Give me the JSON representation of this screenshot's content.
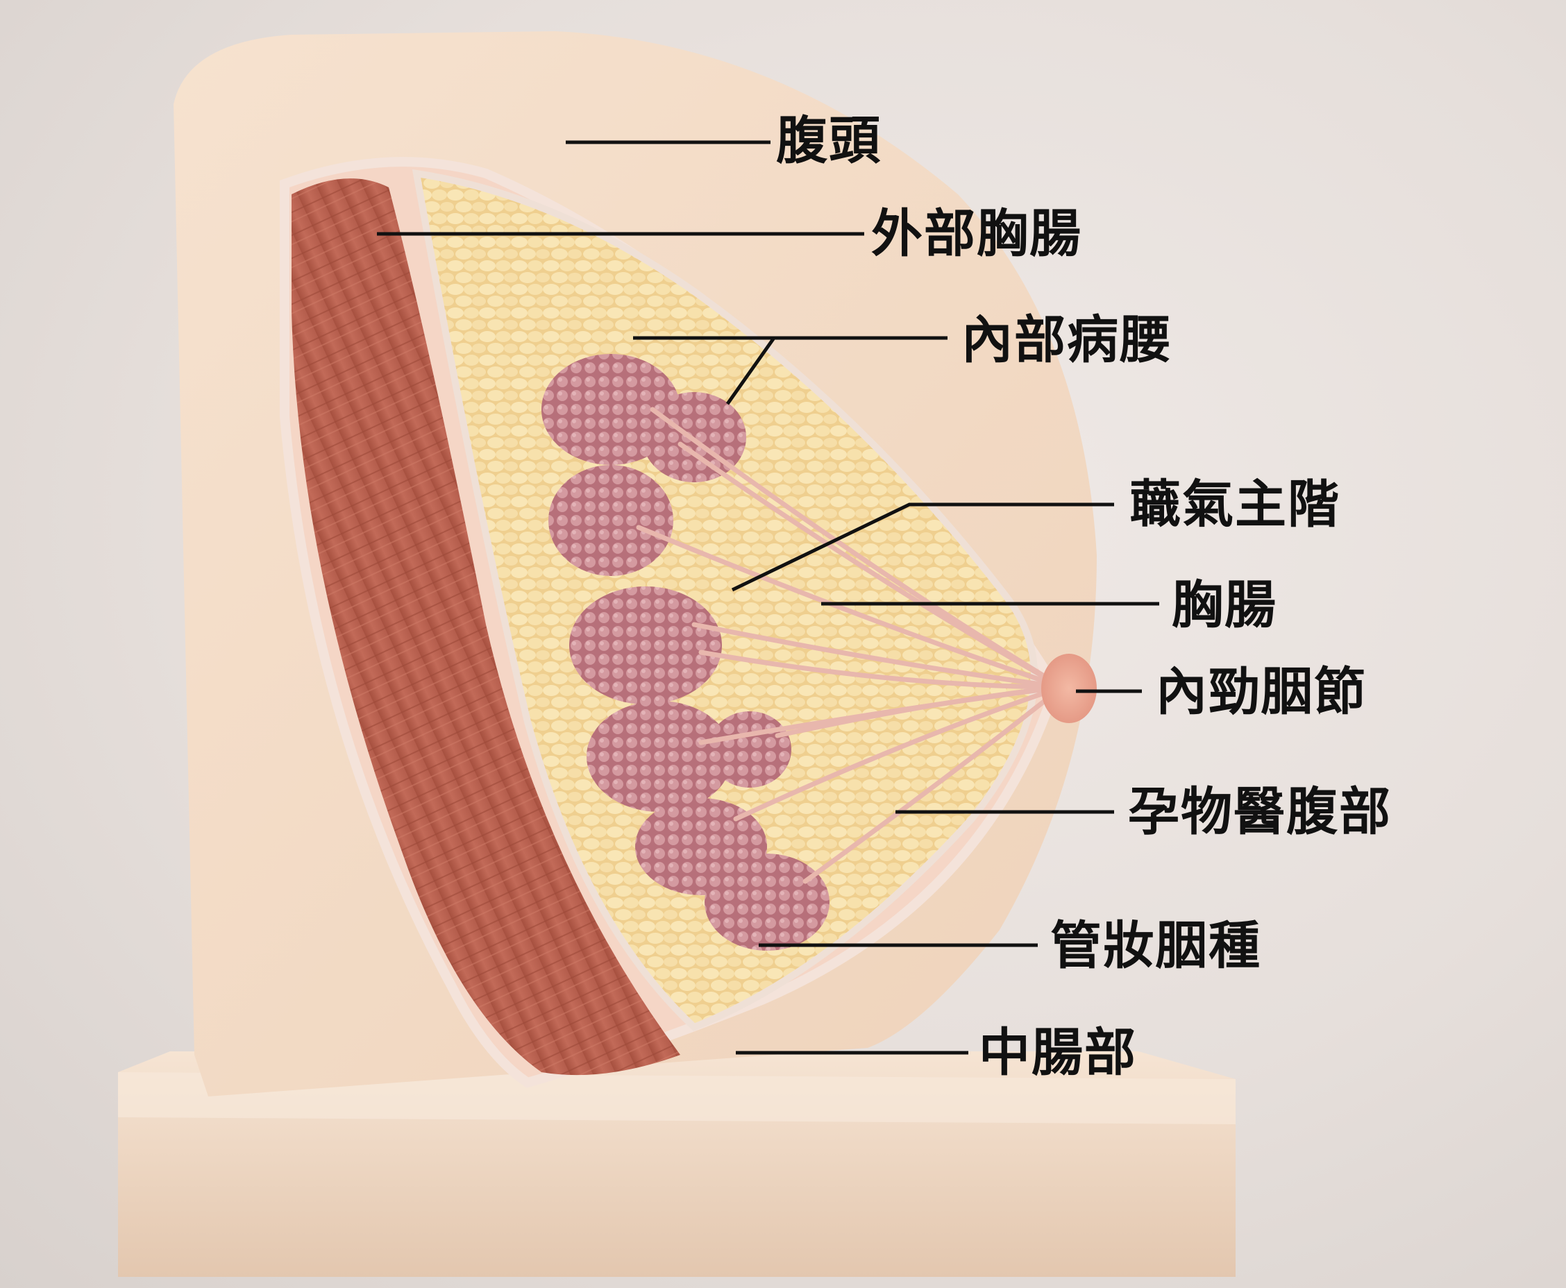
{
  "diagram": {
    "labels": [
      {
        "id": "l1",
        "text": "腹頭"
      },
      {
        "id": "l2",
        "text": "外部胸腸"
      },
      {
        "id": "l3",
        "text": "內部病腰"
      },
      {
        "id": "l4",
        "text": "蘵氣主階"
      },
      {
        "id": "l5",
        "text": "胸腸"
      },
      {
        "id": "l6",
        "text": "內勁胭節"
      },
      {
        "id": "l7",
        "text": "孕物醫腹部"
      },
      {
        "id": "l8",
        "text": "管妝胭種"
      },
      {
        "id": "l9",
        "text": "中腸部"
      }
    ]
  },
  "colors": {
    "background": "#e8e2de",
    "model_shell": "#f3dcc6",
    "muscle": "#b85e4e",
    "fat": "#f2d79a",
    "lobule": "#c97f86",
    "leader_line": "#111111"
  }
}
